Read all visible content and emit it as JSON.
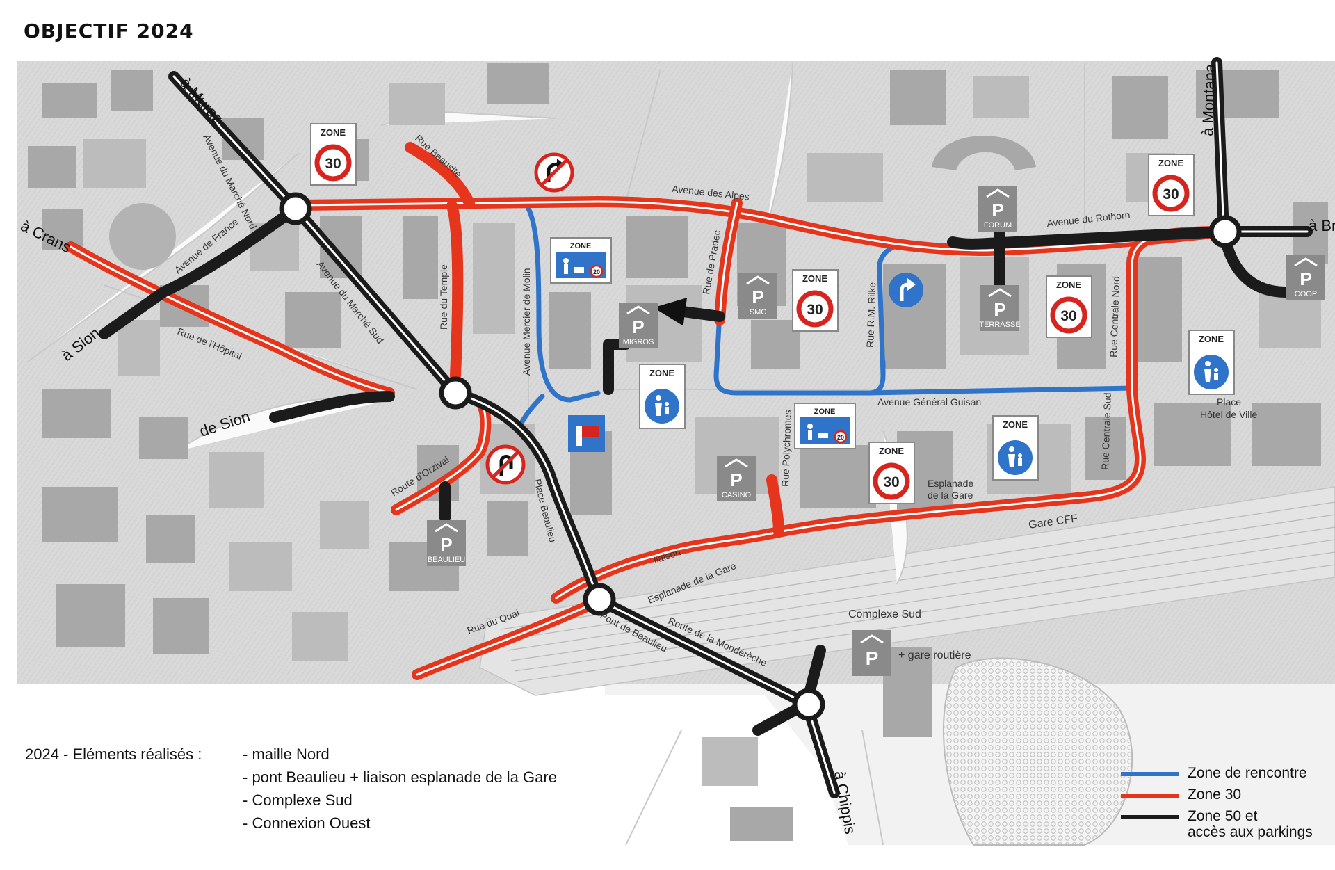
{
  "title": "OBJECTIF 2024",
  "destinations": {
    "muraz": "à Muraz",
    "crans": "à Crans",
    "sion_west": "à Sion",
    "de_sion": "de Sion",
    "montana": "à Montana",
    "br": "à Br",
    "chippis": "à Chippis"
  },
  "streets": {
    "avenue_marche_nord": "Avenue du Marché Nord",
    "avenue_france": "Avenue de France",
    "rue_hopital": "Rue de l'Hôpital",
    "avenue_marche_sud": "Avenue du Marché Sud",
    "rue_temple": "Rue du Temple",
    "rue_beausite": "Rue Beausite",
    "avenue_mercier": "Avenue Mercier de Molin",
    "avenue_alpes": "Avenue des Alpes",
    "rue_pradec": "Rue de Pradec",
    "rue_rilke": "Rue R.M. Rilke",
    "avenue_rothorn": "Avenue du Rothorn",
    "rue_centrale_nord": "Rue Centrale Nord",
    "avenue_guisan": "Avenue Général Guisan",
    "rue_polychromes": "Rue Polychromes",
    "rue_centrale_sud": "Rue Centrale Sud",
    "place_hotel_ville_1": "Place",
    "place_hotel_ville_2": "Hôtel de Ville",
    "route_orzival": "Route d'Orzival",
    "place_beaulieu": "Place Beaulieu",
    "esplanade_gare_1": "Esplanade",
    "esplanade_gare_2": "de la Gare",
    "gare_cff": "Gare CFF",
    "liaison": "liaison",
    "esplanade_gare_s": "Esplanade de la Gare",
    "rue_quai": "Rue du Quai",
    "pont_beaulieu": "Pont de Beaulieu",
    "route_mondereche": "Route de la Mondérèche",
    "complexe_sud": "Complexe Sud",
    "gare_routiere": "+ gare routière"
  },
  "signs": {
    "zone_word": "ZONE",
    "speed_30": "30",
    "speed_20": "20",
    "parking_letter": "P"
  },
  "parkings": {
    "forum": "FORUM",
    "smc": "SMC",
    "migros": "MIGROS",
    "terrasse": "TERRASSE",
    "coop": "COOP",
    "casino": "CASINO",
    "beaulieu": "BEAULIEU"
  },
  "legend_left": {
    "heading": "2024 - Eléments réalisés  :",
    "items": [
      "-  maille Nord",
      "-  pont Beaulieu + liaison esplanade de la Gare",
      "-  Complexe Sud",
      "-  Connexion Ouest"
    ]
  },
  "legend_right": [
    {
      "label": "Zone de rencontre",
      "color": "#2f74c8"
    },
    {
      "label": "Zone 30",
      "color": "#e5351c"
    },
    {
      "label": "Zone 50 et\naccès aux parkings",
      "color": "#1b1b1b"
    }
  ],
  "colors": {
    "zone_rencontre": "#2f74c8",
    "zone_30": "#e5351c",
    "zone_50": "#1b1b1b",
    "sign_blue": "#2f74c8",
    "parking_grey": "#8a8a8a"
  }
}
